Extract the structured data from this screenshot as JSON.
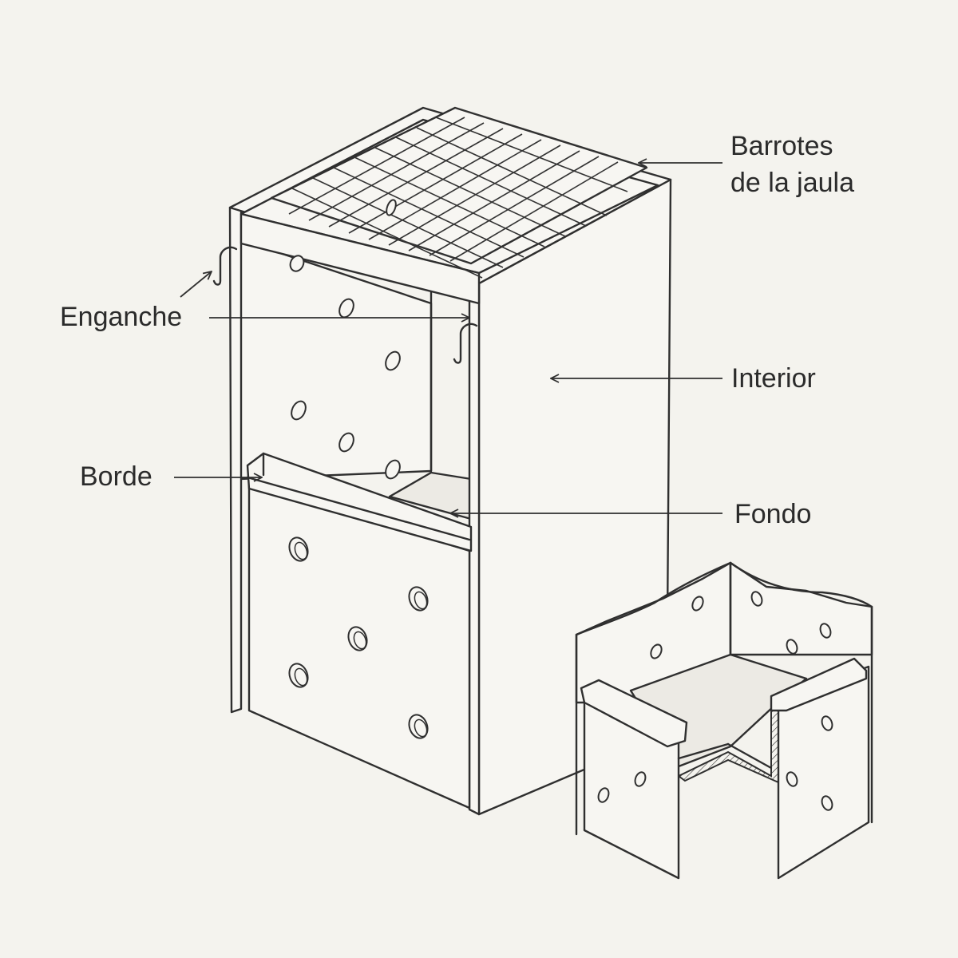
{
  "labels": {
    "barrotes": "Barrotes\nde la jaula",
    "enganche": "Enganche",
    "interior": "Interior",
    "borde": "Borde",
    "fondo": "Fondo"
  },
  "colors": {
    "background": "#f4f3ee",
    "line": "#2f2f2f",
    "text": "#2b2b2b"
  }
}
